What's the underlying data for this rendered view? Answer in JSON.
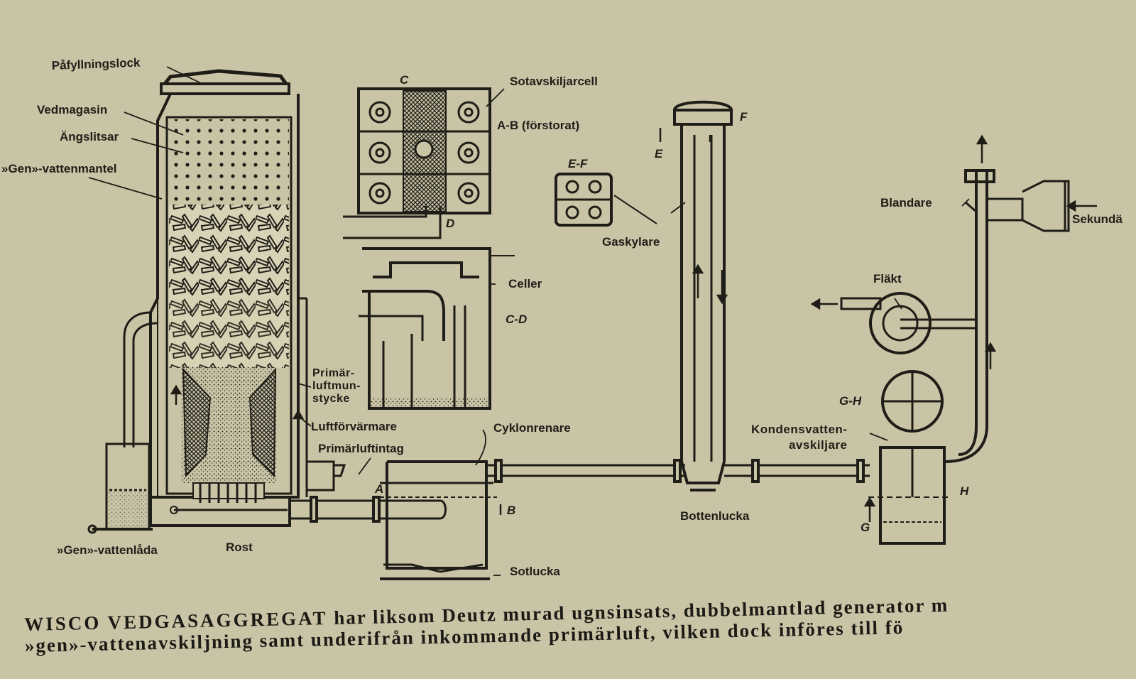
{
  "labels": {
    "pafyllningslock": "Påfyllningslock",
    "vedmagasin": "Vedmagasin",
    "angslitsar": "Ängslitsar",
    "vattenmantel": "»Gen»-vattenmantel",
    "sotavskiljarcell": "Sotavskiljarcell",
    "ab_forstorat": "A-B (förstorat)",
    "c_top": "C",
    "d_label": "D",
    "ef_label": "E-F",
    "gaskylare": "Gaskylare",
    "f_label": "F",
    "e_label": "E",
    "celler": "Celler",
    "cd_label": "C-D",
    "primar_luftmunstycke": "Primär-\nluftmun-\nstycke",
    "luftforvarmare": "Luftförvärmare",
    "primarluftintag": "Primärluftintag",
    "cyklonrenare": "Cyklonrenare",
    "a_label": "A",
    "b_label": "B",
    "vattenlada": "»Gen»-vattenlåda",
    "rost": "Rost",
    "sotlucka": "Sotlucka",
    "bottenlucka": "Bottenlucka",
    "blandare": "Blandare",
    "sekundar": "Sekundä",
    "flakt": "Fläkt",
    "gh_label": "G-H",
    "kondensvatten": "Kondensvatten-\navskiljare",
    "h_label": "H",
    "g_label": "G"
  },
  "caption": {
    "title": "WISCO VEDGASAGGREGAT",
    "line1_rest": " har liksom Deutz murad ugnsinsats, dubbelmantlad generator m",
    "line2": "»gen»-vattenavskiljning samt underifrån inkommande primärluft, vilken dock införes till fö"
  },
  "colors": {
    "paper": "#c9c4a6",
    "ink": "#1f1d17"
  }
}
